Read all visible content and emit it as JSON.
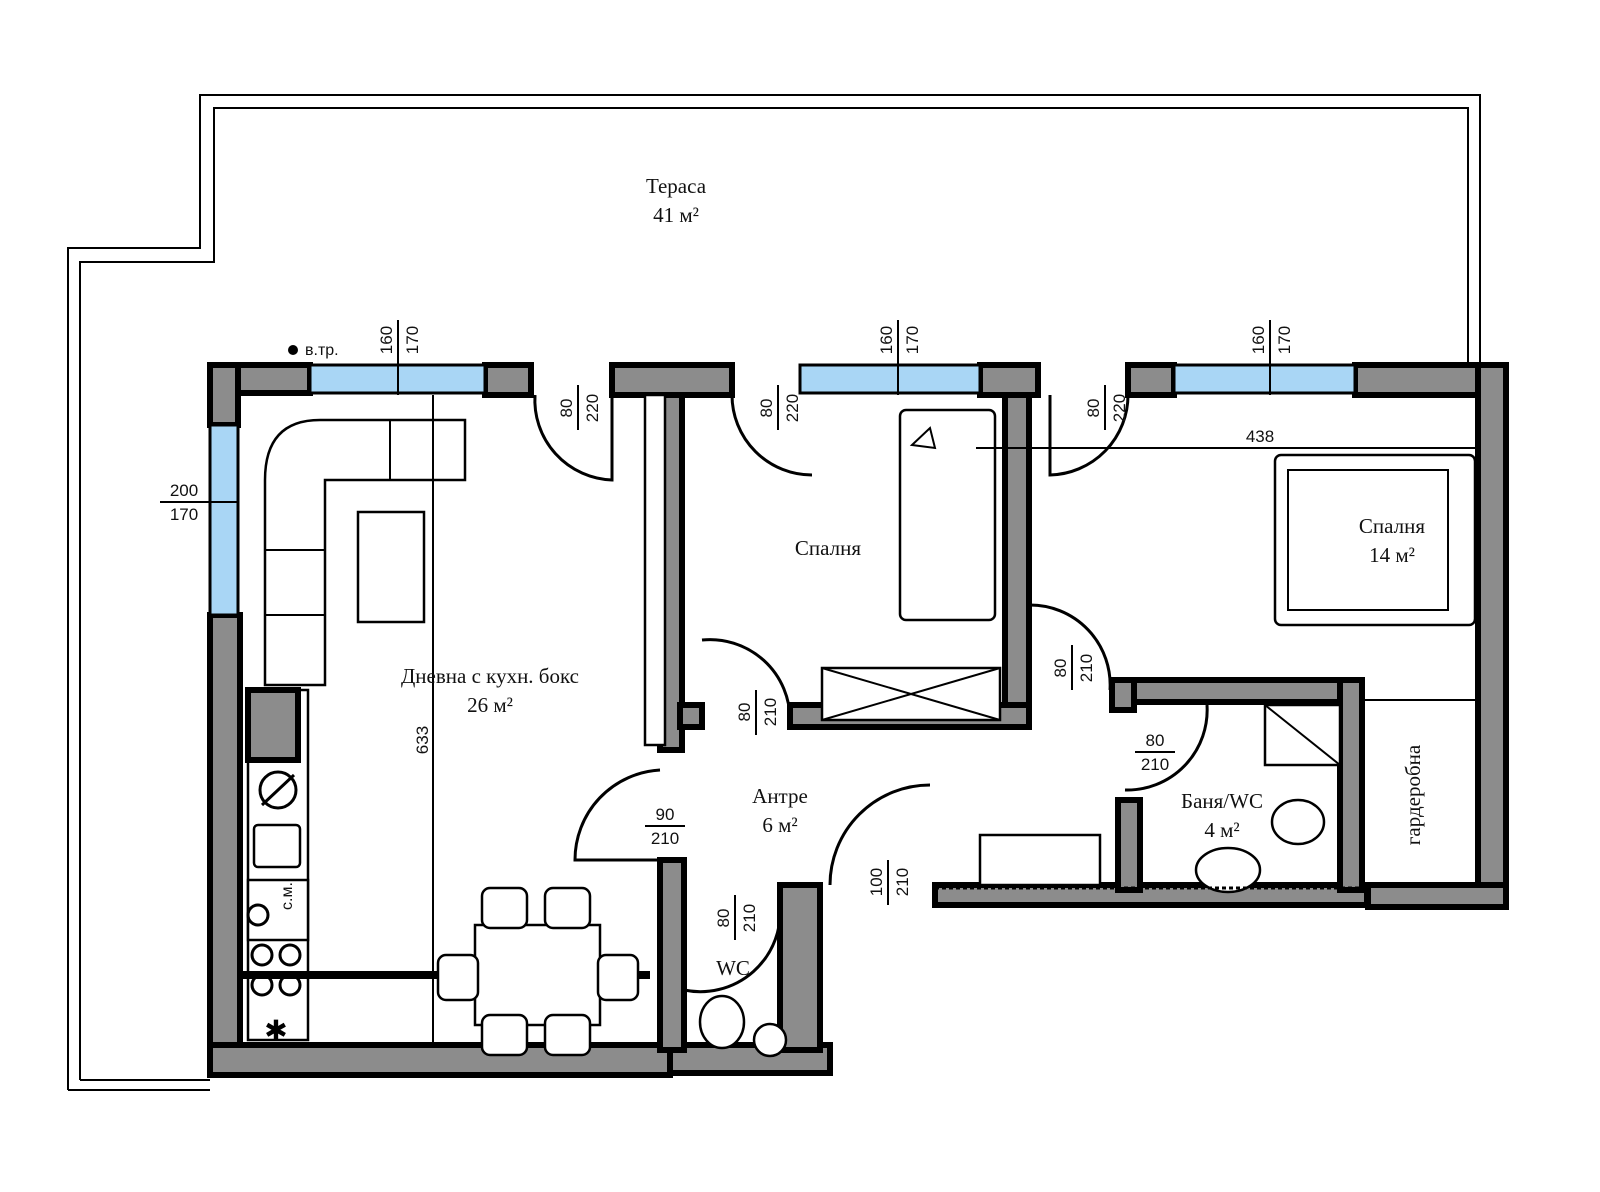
{
  "rooms": {
    "terrace": {
      "name": "Тераса",
      "area": "41 м²"
    },
    "living": {
      "name": "Дневна с кухн. бокс",
      "area": "26 м²"
    },
    "bedroom1": {
      "name": "Спалня"
    },
    "bedroom2": {
      "name": "Спалня",
      "area": "14 м²"
    },
    "hall": {
      "name": "Антре",
      "area": "6 м²"
    },
    "bath": {
      "name": "Баня/WC",
      "area": "4  м²"
    },
    "wc": {
      "name": "WC"
    },
    "wardrobe": {
      "name": "гардеробна"
    }
  },
  "labels": {
    "vent": "в.тр.",
    "washer": "с.м."
  },
  "dimensions": {
    "win1_top": "160",
    "win1_bottom": "170",
    "win2_top": "160",
    "win2_bottom": "170",
    "win3_top": "160",
    "win3_bottom": "170",
    "win_left_top": "200",
    "win_left_bottom": "170",
    "door_living_top": "80",
    "door_living_bottom": "220",
    "door_bed1_top": "80",
    "door_bed1_bottom": "220",
    "door_bed2_top": "80",
    "door_bed2_bottom": "220",
    "door_bed1_in_top": "80",
    "door_bed1_in_bottom": "210",
    "door_bed2_in_top": "80",
    "door_bed2_in_bottom": "210",
    "door_bath_top": "80",
    "door_bath_bottom": "210",
    "door_living_in_top": "90",
    "door_living_in_bottom": "210",
    "door_entry_top": "100",
    "door_entry_bottom": "210",
    "door_wc_top": "80",
    "door_wc_bottom": "210",
    "len_bedroom": "438",
    "len_living": "633"
  },
  "colors": {
    "wall": "#8c8c8c",
    "window": "#a9d6f5"
  }
}
